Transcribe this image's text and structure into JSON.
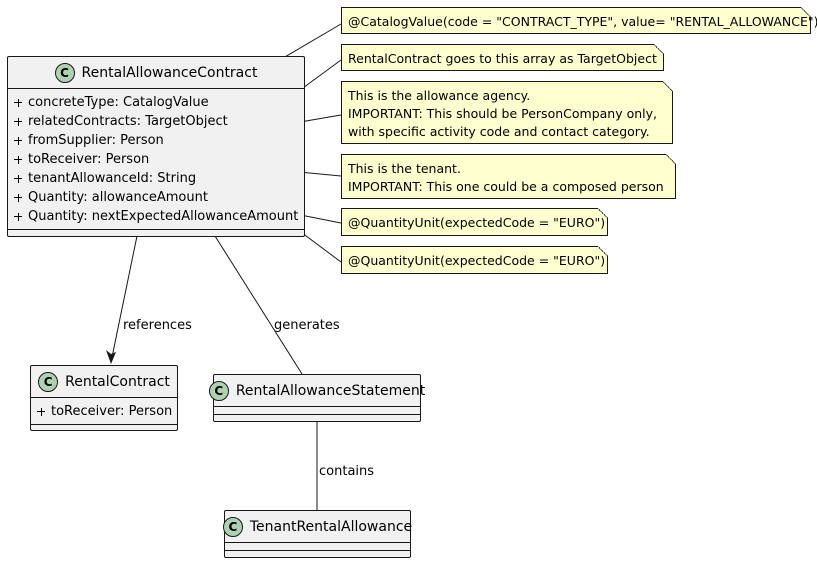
{
  "classes": {
    "rental_allowance_contract": {
      "icon": "C",
      "name": "RentalAllowanceContract",
      "fields": [
        "concreteType: CatalogValue",
        "relatedContracts: TargetObject",
        "fromSupplier: Person",
        "toReceiver: Person",
        "tenantAllowanceId: String",
        "Quantity: allowanceAmount",
        "Quantity: nextExpectedAllowanceAmount"
      ]
    },
    "rental_contract": {
      "icon": "C",
      "name": "RentalContract",
      "fields": [
        "toReceiver: Person"
      ]
    },
    "rental_allowance_statement": {
      "icon": "C",
      "name": "RentalAllowanceStatement",
      "fields": []
    },
    "tenant_rental_allowance": {
      "icon": "C",
      "name": "TenantRentalAllowance",
      "fields": []
    }
  },
  "notes": {
    "catalog_value": [
      "@CatalogValue(code = \"CONTRACT_TYPE\", value= \"RENTAL_ALLOWANCE\")"
    ],
    "target_object": [
      "RentalContract goes to this array as TargetObject"
    ],
    "supplier": [
      "This is the allowance agency.",
      "IMPORTANT: This should be PersonCompany only,",
      "with specific activity code and contact category."
    ],
    "receiver": [
      "This is the tenant.",
      "IMPORTANT: This one could be a composed person"
    ],
    "quantity_unit_1": [
      "@QuantityUnit(expectedCode = \"EURO\")"
    ],
    "quantity_unit_2": [
      "@QuantityUnit(expectedCode = \"EURO\")"
    ]
  },
  "edges": {
    "references": "references",
    "generates": "generates",
    "contains": "contains"
  },
  "colors": {
    "class_fill": "#f1f1f1",
    "class_icon": "#add1b2",
    "note_fill": "#fefece",
    "stroke": "#181818"
  }
}
